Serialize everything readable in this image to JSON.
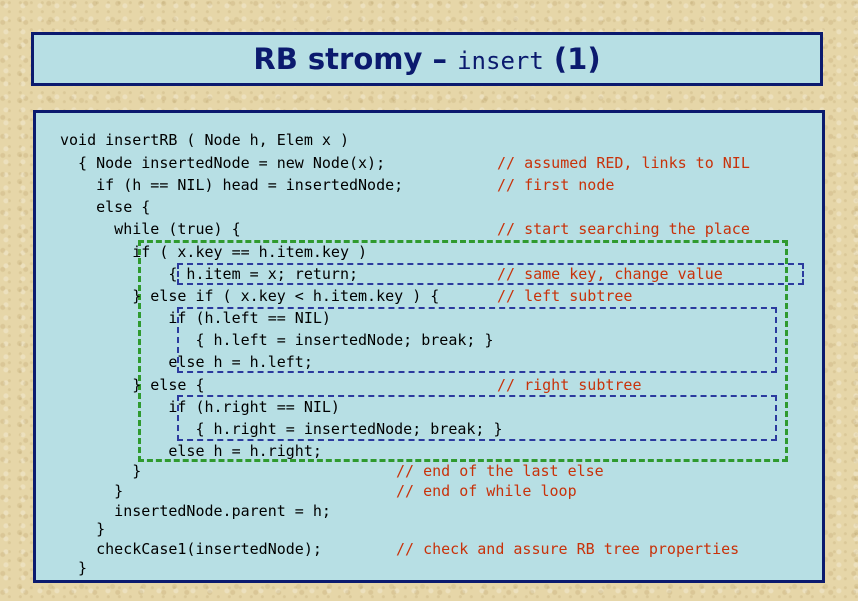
{
  "title": {
    "main": "RB stromy – ",
    "mono": "insert",
    "suffix": " (1)"
  },
  "code": [
    {
      "text": "void insertRB ( Node h, Elem x )",
      "comment": ""
    },
    {
      "text": "  { Node insertedNode = new Node(x);",
      "comment": "// assumed RED, links to NIL"
    },
    {
      "text": "    if (h == NIL) head = insertedNode;",
      "comment": "// first node"
    },
    {
      "text": "    else {",
      "comment": ""
    },
    {
      "text": "      while (true) {",
      "comment": "// start searching the place"
    },
    {
      "text": "        if ( x.key == h.item.key )",
      "comment": ""
    },
    {
      "text": "            { h.item = x; return;",
      "comment": "// same key, change value"
    },
    {
      "text": "        } else if ( x.key < h.item.key ) {",
      "comment": "// left subtree"
    },
    {
      "text": "            if (h.left == NIL)",
      "comment": ""
    },
    {
      "text": "               { h.left = insertedNode; break; }",
      "comment": ""
    },
    {
      "text": "            else h = h.left;",
      "comment": ""
    },
    {
      "text": "        } else {",
      "comment": "// right subtree"
    },
    {
      "text": "            if (h.right == NIL)",
      "comment": ""
    },
    {
      "text": "               { h.right = insertedNode; break; }",
      "comment": ""
    },
    {
      "text": "            else h = h.right;",
      "comment": ""
    },
    {
      "text": "        }",
      "comment": "// end of the last else"
    },
    {
      "text": "      }",
      "comment": "// end of while loop"
    },
    {
      "text": "      insertedNode.parent = h;",
      "comment": ""
    },
    {
      "text": "    }",
      "comment": ""
    },
    {
      "text": "    checkCase1(insertedNode);",
      "comment": "// check and assure RB tree properties"
    },
    {
      "text": "  }",
      "comment": ""
    }
  ],
  "colors": {
    "panel": "#b7dfe4",
    "border": "#0b1a6e",
    "comment": "#c8320a",
    "highlight_outer": "#2f9a2f",
    "highlight_inner": "#2b3a9e"
  }
}
